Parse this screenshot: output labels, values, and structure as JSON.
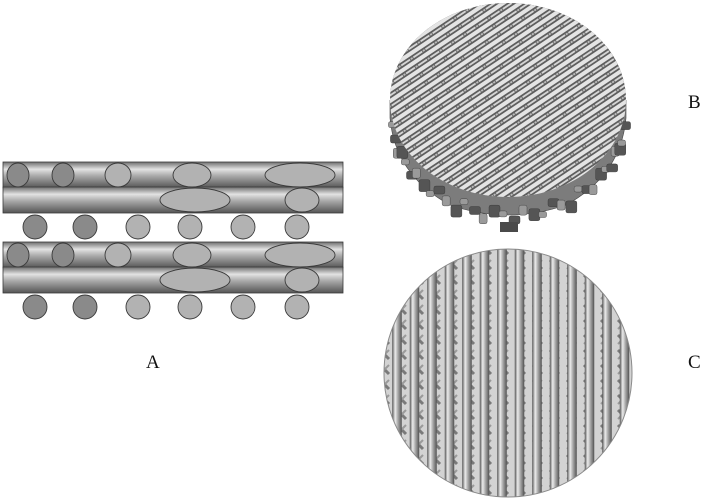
{
  "panels": [
    {
      "id": "A",
      "label": "A"
    },
    {
      "id": "B",
      "label": "B"
    },
    {
      "id": "C",
      "label": "C"
    }
  ],
  "colors": {
    "rod": "#a4a4a4",
    "rod_highlight": "#e2e2e2",
    "rod_shadow": "#555555",
    "outline": "#3a3a3a",
    "section_light": "#b2b2b2",
    "section_dark": "#8a8a8a",
    "disc_background": "#d3d3d3"
  }
}
